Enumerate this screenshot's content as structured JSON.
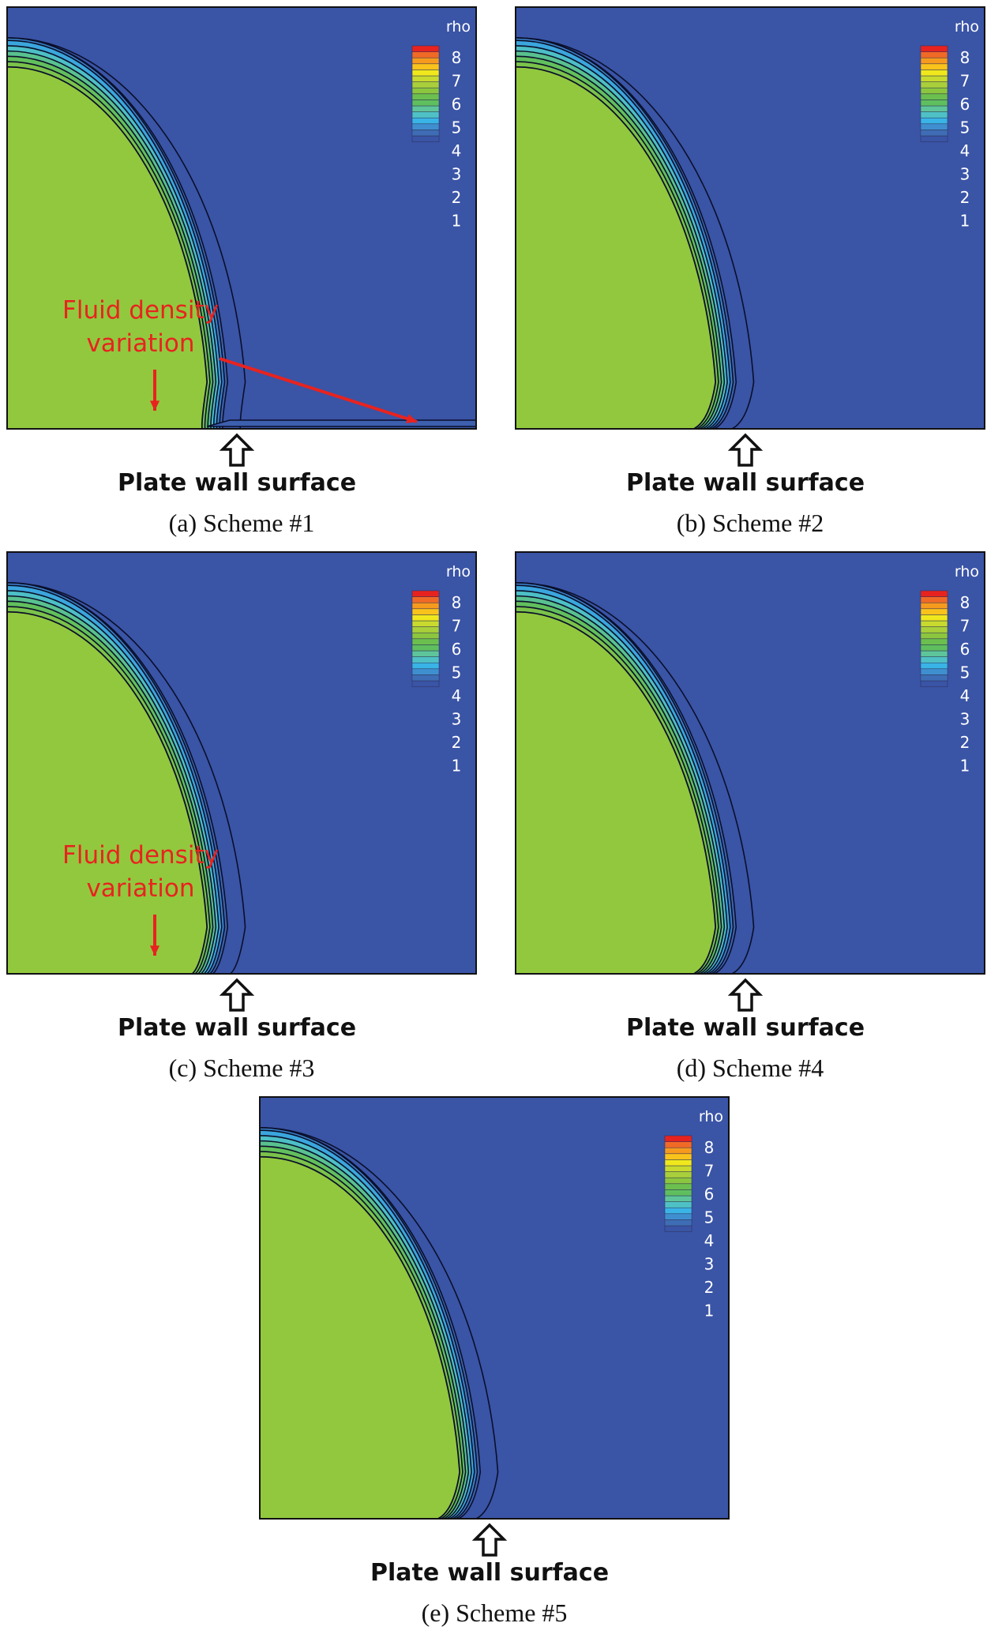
{
  "colors": {
    "gas": "#3a54a6",
    "liquid": "#92c83e",
    "contour": "#0a0f2a",
    "annotation": "#e8231f",
    "legend": [
      "#3a54a6",
      "#3e6db5",
      "#3f8fd0",
      "#3ab4e6",
      "#4fc1c5",
      "#5ec59a",
      "#5fbf5f",
      "#6bbf4e",
      "#8cc63f",
      "#a9cf3a",
      "#c9da2e",
      "#f0e81c",
      "#f9c31b",
      "#f69a1e",
      "#f06a26",
      "#e8231f"
    ]
  },
  "legend_title": "rho",
  "legend_ticks": [
    "8",
    "7",
    "6",
    "5",
    "4",
    "3",
    "2",
    "1"
  ],
  "wall_label": "Plate wall surface",
  "annotation": {
    "line1": "Fluid density",
    "line2": "variation"
  },
  "panels": [
    {
      "id": "a",
      "caption": "(a) Scheme #1",
      "has_annotation": true,
      "spread": "wide"
    },
    {
      "id": "b",
      "caption": "(b) Scheme #2",
      "has_annotation": false,
      "spread": "none"
    },
    {
      "id": "c",
      "caption": "(c) Scheme #3",
      "has_annotation": true,
      "spread": "thin"
    },
    {
      "id": "d",
      "caption": "(d) Scheme #4",
      "has_annotation": false,
      "spread": "none"
    },
    {
      "id": "e",
      "caption": "(e) Scheme #5",
      "has_annotation": false,
      "spread": "none"
    }
  ]
}
